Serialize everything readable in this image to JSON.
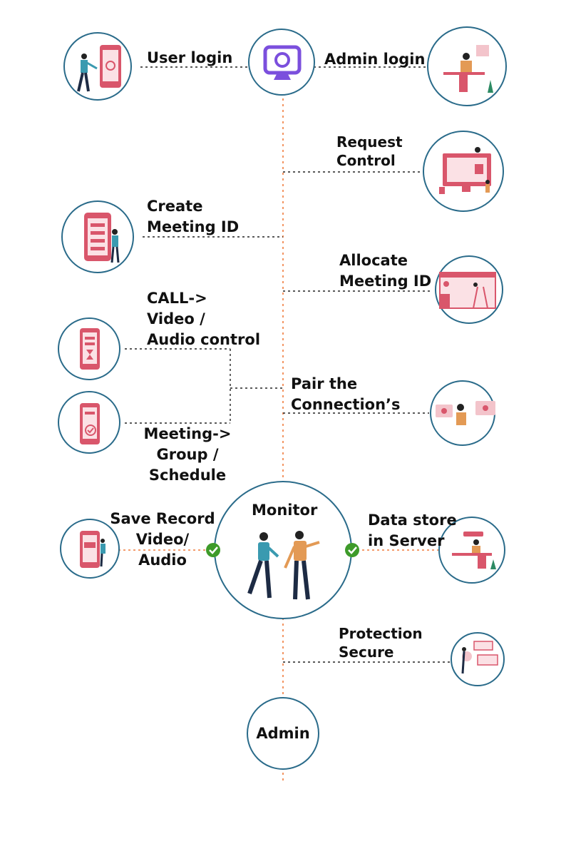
{
  "colors": {
    "circle_border": "#2a6b8a",
    "accent_pink": "#d9566b",
    "pink_light": "#f3c4cb",
    "flow_line": "#f07b3c",
    "branch_line": "#222222",
    "check_green": "#3e9b2a",
    "screen_purple": "#7b4fdd",
    "text": "#111111"
  },
  "nodes": {
    "user_login": {
      "lines": [
        "User login"
      ],
      "icon": "phone-user-icon"
    },
    "admin_login": {
      "lines": [
        "Admin login"
      ],
      "icon": "desk-admin-icon"
    },
    "start": {
      "icon": "monitor-camera-icon"
    },
    "request_control": {
      "lines": [
        "Request",
        "Control"
      ],
      "icon": "desktop-screen-icon"
    },
    "create_meeting_id": {
      "lines": [
        "Create",
        "Meeting ID"
      ],
      "icon": "phone-list-icon"
    },
    "allocate_meeting_id": {
      "lines": [
        "Allocate",
        "Meeting ID"
      ],
      "icon": "browser-ladder-icon"
    },
    "call_control": {
      "lines": [
        "CALL->",
        "Video /",
        "Audio control"
      ],
      "icon": "phone-hourglass-icon"
    },
    "pair_connection": {
      "lines": [
        "Pair the",
        "Connection’s"
      ],
      "icon": "chat-bubbles-icon"
    },
    "meeting_group": {
      "lines": [
        "Meeting->",
        "Group /",
        "Schedule"
      ],
      "icon": "phone-check-icon"
    },
    "monitor": {
      "title": "Monitor",
      "icon": "two-people-icon"
    },
    "save_record": {
      "lines": [
        "Save Record",
        "Video/",
        "Audio"
      ],
      "icon": "phone-record-icon"
    },
    "data_store": {
      "lines": [
        "Data store",
        "in Server"
      ],
      "icon": "server-desk-icon"
    },
    "protection": {
      "lines": [
        "Protection",
        "Secure"
      ],
      "icon": "shield-lock-icon"
    },
    "admin": {
      "title": "Admin"
    }
  }
}
